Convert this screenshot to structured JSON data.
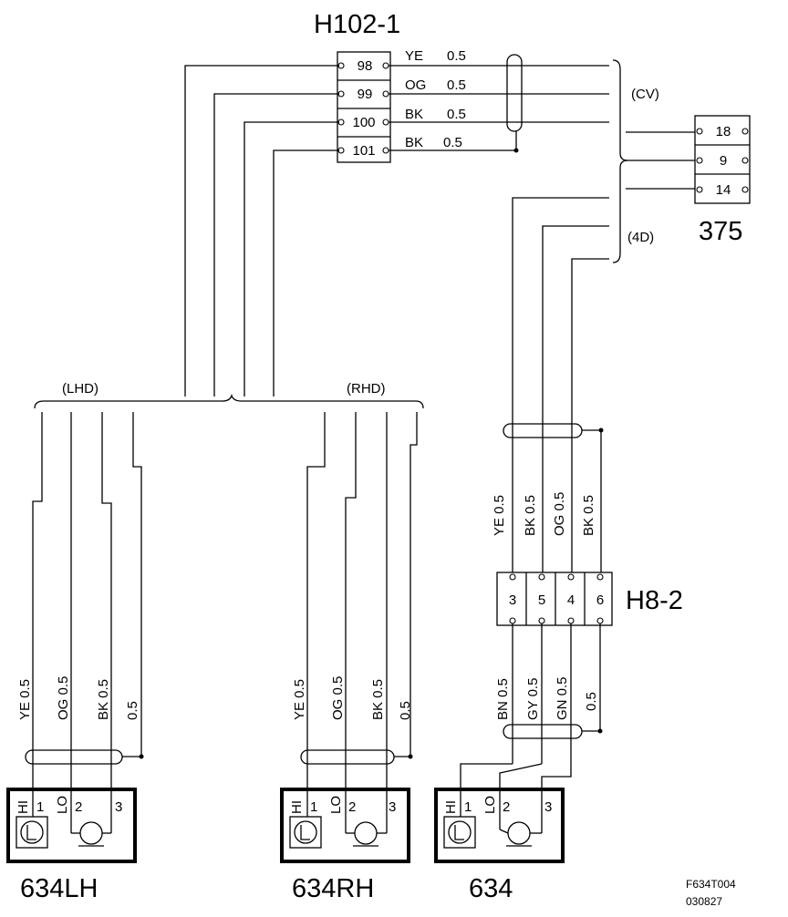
{
  "connectors": {
    "h102_1": {
      "title": "H102-1",
      "pins": [
        "98",
        "99",
        "100",
        "101"
      ]
    },
    "c375": {
      "title": "375",
      "pins": [
        "18",
        "9",
        "14"
      ]
    },
    "h8_2": {
      "title": "H8-2",
      "pins": [
        "3",
        "5",
        "4",
        "6"
      ]
    }
  },
  "wires_h102": [
    {
      "color": "YE",
      "size": "0.5"
    },
    {
      "color": "OG",
      "size": "0.5"
    },
    {
      "color": "BK",
      "size": "0.5"
    },
    {
      "color": "BK",
      "size": "0.5"
    }
  ],
  "variants": {
    "cv": "(CV)",
    "fourd": "(4D)",
    "lhd": "(LHD)",
    "rhd": "(RHD)"
  },
  "h8_top_wires": [
    "YE  0.5",
    "BK  0.5",
    "OG  0.5",
    "BK  0.5"
  ],
  "h8_bottom_wires": [
    "BN  0.5",
    "GY  0.5",
    "GN  0.5",
    "0.5"
  ],
  "sensor_wires": [
    "YE  0.5",
    "OG 0.5",
    "BK  0.5",
    "0.5"
  ],
  "sensor_pins": {
    "hi": "HI",
    "lo": "LO",
    "p1": "1",
    "p2": "2",
    "p3": "3"
  },
  "components": {
    "lh": "634LH",
    "rh": "634RH",
    "center": "634"
  },
  "footer": {
    "code": "F634T004",
    "date": "030827"
  }
}
